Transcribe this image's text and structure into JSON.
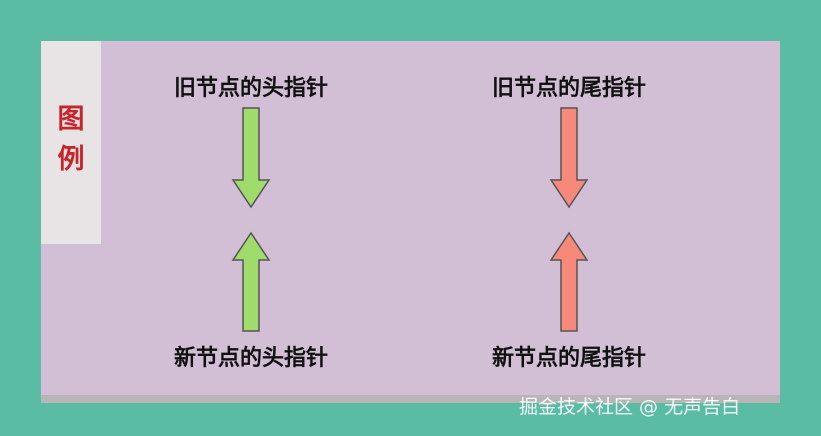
{
  "legend": {
    "title_chars": [
      "图",
      "例"
    ]
  },
  "items": {
    "old_head": {
      "label": "旧节点的头指针",
      "direction": "down",
      "color": "#9fdc6b"
    },
    "old_tail": {
      "label": "旧节点的尾指针",
      "direction": "down",
      "color": "#f7897a"
    },
    "new_head": {
      "label": "新节点的头指针",
      "direction": "up",
      "color": "#9fdc6b"
    },
    "new_tail": {
      "label": "新节点的尾指针",
      "direction": "up",
      "color": "#f7897a"
    }
  },
  "colors": {
    "background": "#5bbca4",
    "panel": "#d2bfd6",
    "legend_tab": "#e8e4e6",
    "legend_text": "#c8252b",
    "arrow_stroke": "#555555"
  },
  "watermark": "掘金技术社区 @ 无声告白"
}
